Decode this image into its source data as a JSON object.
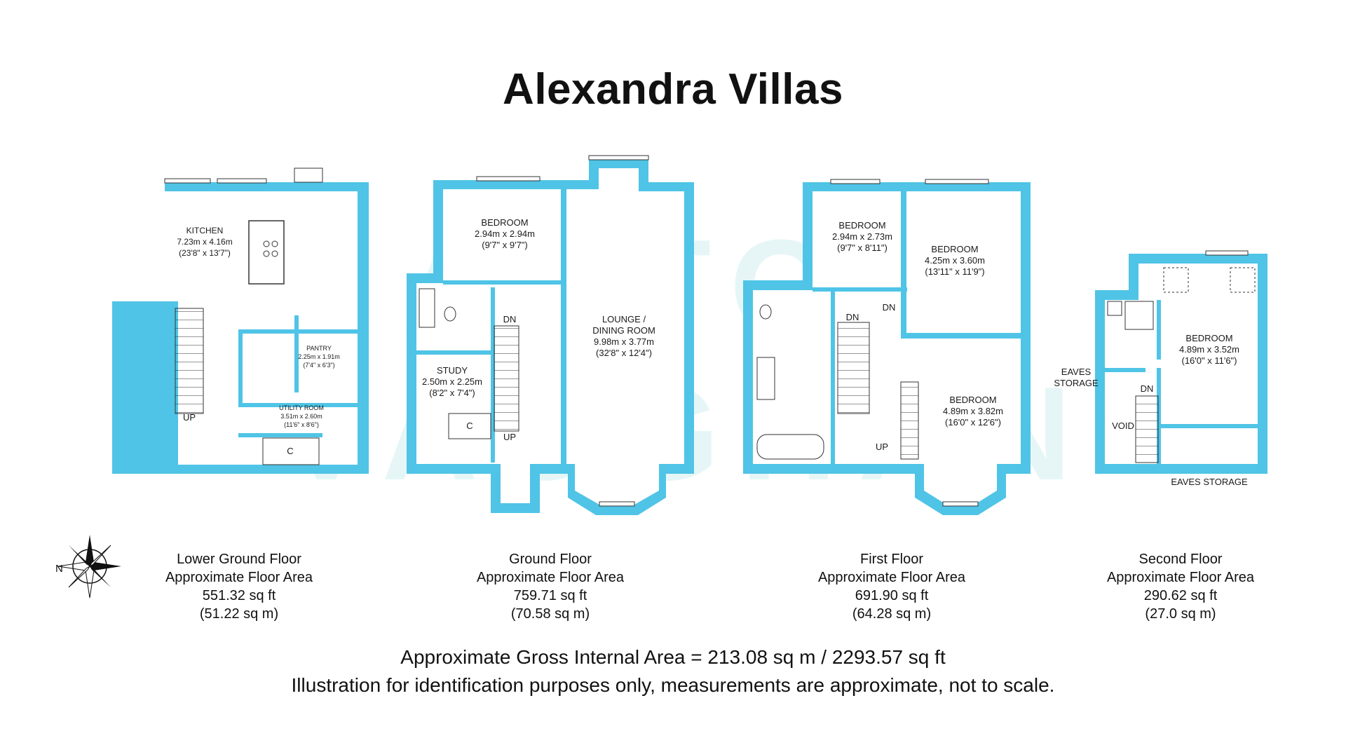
{
  "title": "Alexandra Villas",
  "watermark": {
    "line1": "ASTON",
    "line2": "VAUGHAN"
  },
  "compass": {
    "label": "N"
  },
  "floors": [
    {
      "name": "Lower Ground Floor",
      "area_label": "Approximate Floor Area",
      "sq_ft": "551.32 sq ft",
      "sq_m": "(51.22 sq m)",
      "rooms": [
        {
          "name": "KITCHEN",
          "metric": "7.23m x 4.16m",
          "imperial": "(23'8\" x 13'7\")"
        },
        {
          "name": "PANTRY",
          "metric": "2.25m x 1.91m",
          "imperial": "(7'4\" x 6'3\")"
        },
        {
          "name": "UTILITY ROOM",
          "metric": "3.51m x 2.60m",
          "imperial": "(11'6\" x 8'6\")"
        }
      ],
      "marks": {
        "up": "UP",
        "cupboard": "C"
      }
    },
    {
      "name": "Ground Floor",
      "area_label": "Approximate Floor Area",
      "sq_ft": "759.71 sq ft",
      "sq_m": "(70.58 sq m)",
      "rooms": [
        {
          "name": "BEDROOM",
          "metric": "2.94m x 2.94m",
          "imperial": "(9'7\" x 9'7\")"
        },
        {
          "name": "LOUNGE /",
          "name2": "DINING ROOM",
          "metric": "9.98m x 3.77m",
          "imperial": "(32'8\" x 12'4\")"
        },
        {
          "name": "STUDY",
          "metric": "2.50m x 2.25m",
          "imperial": "(8'2\" x 7'4\")"
        }
      ],
      "marks": {
        "down": "DN",
        "up": "UP",
        "cupboard": "C"
      }
    },
    {
      "name": "First Floor",
      "area_label": "Approximate Floor Area",
      "sq_ft": "691.90 sq ft",
      "sq_m": "(64.28 sq m)",
      "rooms": [
        {
          "name": "BEDROOM",
          "metric": "2.94m x 2.73m",
          "imperial": "(9'7\" x 8'11\")"
        },
        {
          "name": "BEDROOM",
          "metric": "4.25m x 3.60m",
          "imperial": "(13'11\" x 11'9\")"
        },
        {
          "name": "BEDROOM",
          "metric": "4.89m x 3.82m",
          "imperial": "(16'0\" x 12'6\")"
        }
      ],
      "marks": {
        "down1": "DN",
        "down2": "DN",
        "up": "UP"
      }
    },
    {
      "name": "Second Floor",
      "area_label": "Approximate Floor Area",
      "sq_ft": "290.62 sq ft",
      "sq_m": "(27.0 sq m)",
      "rooms": [
        {
          "name": "BEDROOM",
          "metric": "4.89m x 3.52m",
          "imperial": "(16'0\" x 11'6\")"
        }
      ],
      "marks": {
        "eaves_top1": "EAVES",
        "eaves_top2": "STORAGE",
        "void": "VOID",
        "down": "DN",
        "eaves_bottom": "EAVES STORAGE"
      }
    }
  ],
  "footer": {
    "gross_area": "Approximate Gross Internal Area = 213.08 sq m / 2293.57 sq ft",
    "disclaimer": "Illustration for identification purposes only, measurements are approximate, not to scale."
  },
  "colors": {
    "wall": "#4fc4e6",
    "watermark": "#e6f6f7"
  }
}
